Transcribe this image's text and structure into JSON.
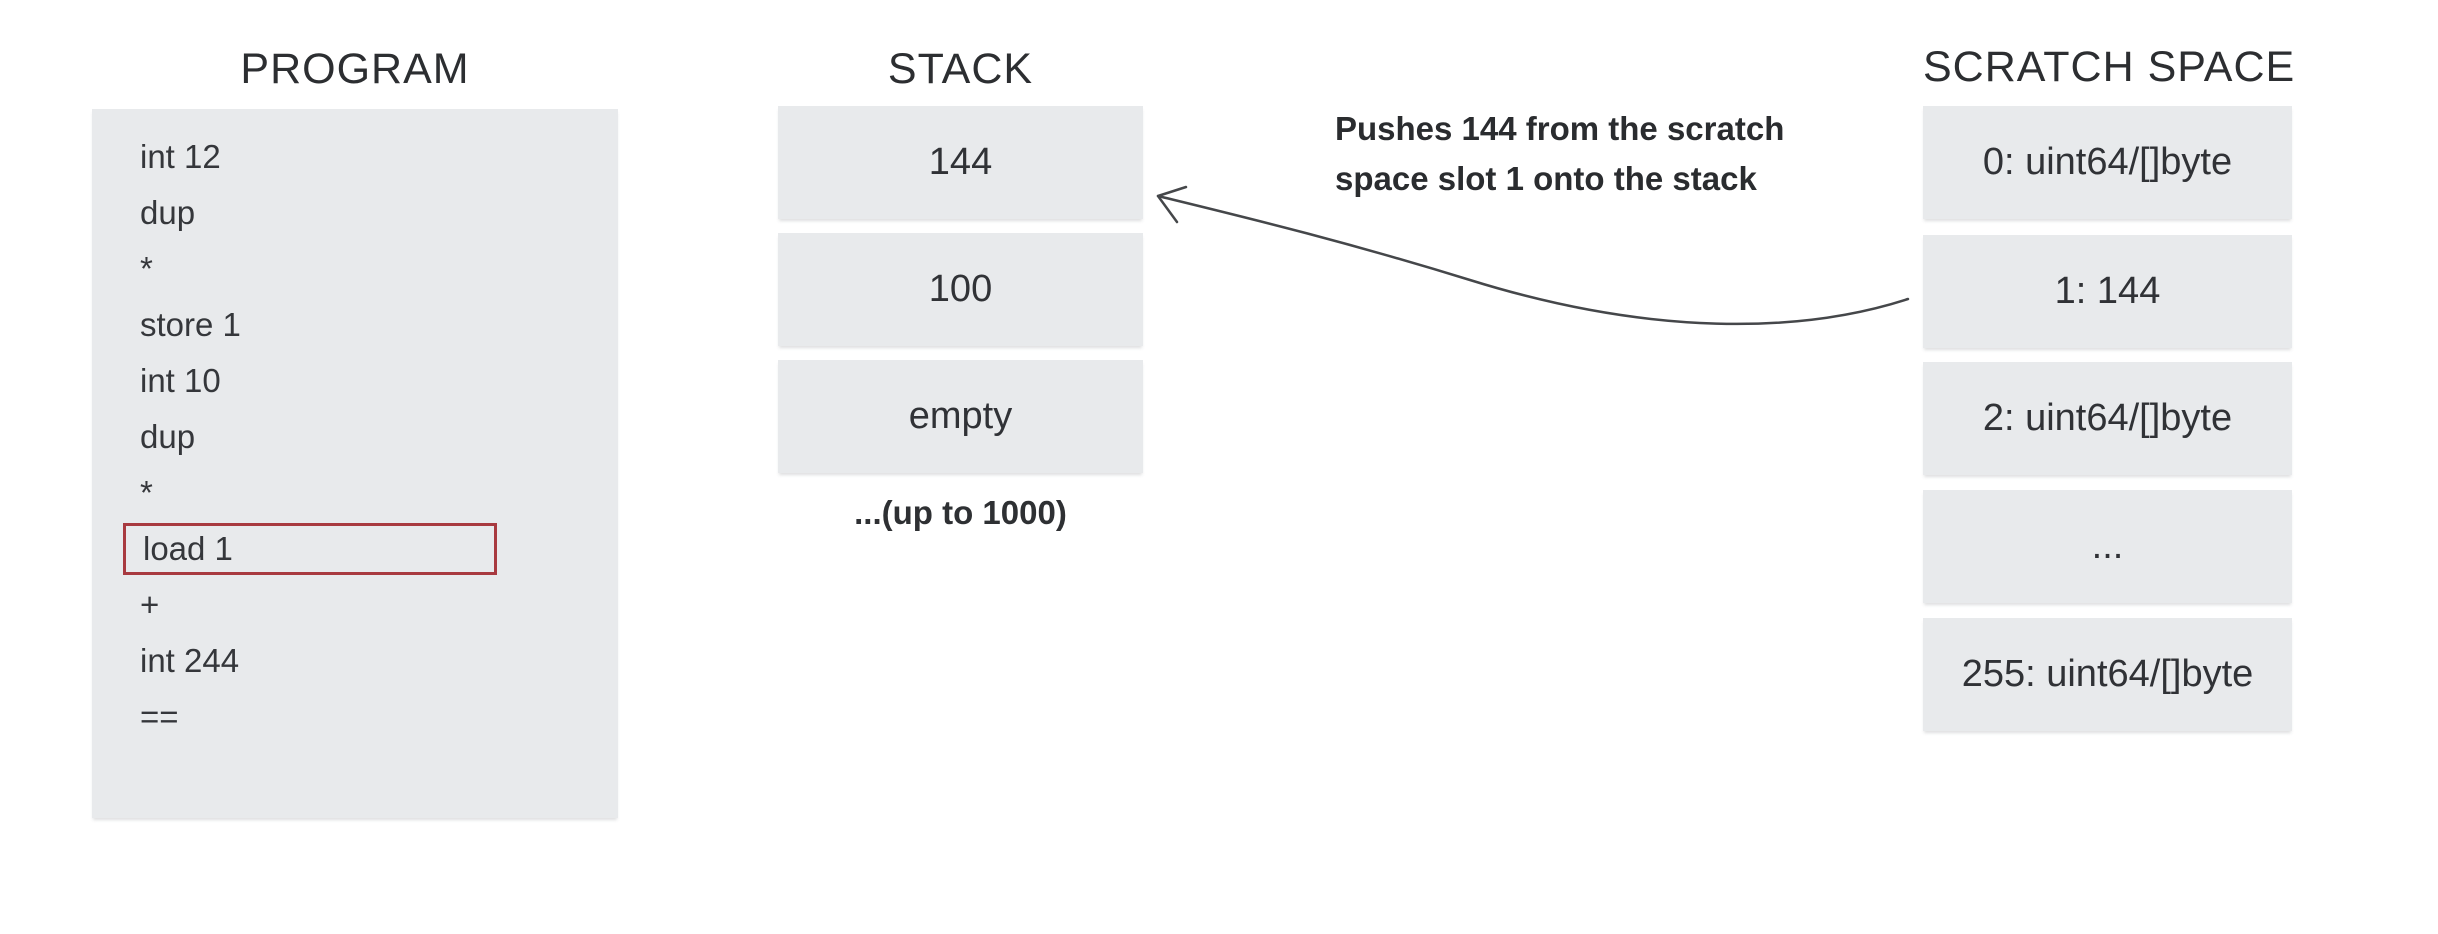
{
  "program": {
    "title": "PROGRAM",
    "instructions": [
      "int 12",
      "dup",
      "*",
      "store 1",
      "int 10",
      "dup",
      "*",
      "load 1",
      "+",
      "int 244",
      "=="
    ],
    "highlighted_instruction": "load 1",
    "highlight_index": 7
  },
  "stack": {
    "title": "STACK",
    "slots": [
      "144",
      "100",
      "empty"
    ],
    "caption": "...(up to 1000)"
  },
  "annotation": {
    "line1": "Pushes 144 from the scratch",
    "line2": "space slot 1 onto the stack"
  },
  "scratch": {
    "title": "SCRATCH SPACE",
    "slots": [
      "0: uint64/[]byte",
      "1: 144",
      "2: uint64/[]byte",
      "...",
      "255: uint64/[]byte"
    ]
  },
  "colors": {
    "box_fill": "#e8eaec",
    "highlight_border": "#a83a40",
    "text": "#333539",
    "arrow": "#45474a",
    "background": "#ffffff"
  }
}
